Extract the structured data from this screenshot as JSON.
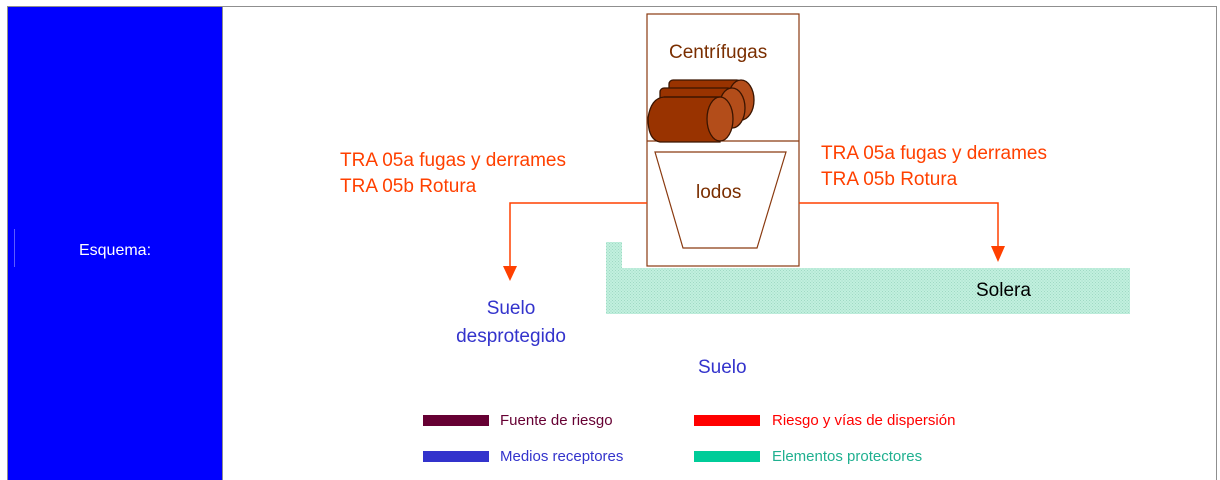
{
  "panel": {
    "label": "Esquema:",
    "color": "#0000ff"
  },
  "diagram": {
    "centrifuge_label": "Centrífugas",
    "sludge_label": "lodos",
    "left_risk": [
      "TRA 05a fugas y derrames",
      "TRA 05b Rotura"
    ],
    "right_risk": [
      "TRA 05a fugas y derrames",
      "TRA 05b Rotura"
    ],
    "unprotected_soil": [
      "Suelo",
      "desprotegido"
    ],
    "slab_label": "Solera",
    "soil_label": "Suelo"
  },
  "legend": [
    {
      "label": "Fuente de riesgo",
      "color": "#660033",
      "text_color": "#660033"
    },
    {
      "label": "Riesgo y vías de dispersión",
      "color": "#ff0000",
      "text_color": "#ff0000"
    },
    {
      "label": "Medios receptores",
      "color": "#3333cc",
      "text_color": "#3333cc"
    },
    {
      "label": "Elementos protectores",
      "color": "#00cc99",
      "text_color": "#20b090"
    }
  ],
  "colors": {
    "risk": "#ff4000",
    "source": "#7a2e00",
    "receptor": "#3333cc",
    "protector": "#b8ead6",
    "cylinder": "#993300"
  }
}
